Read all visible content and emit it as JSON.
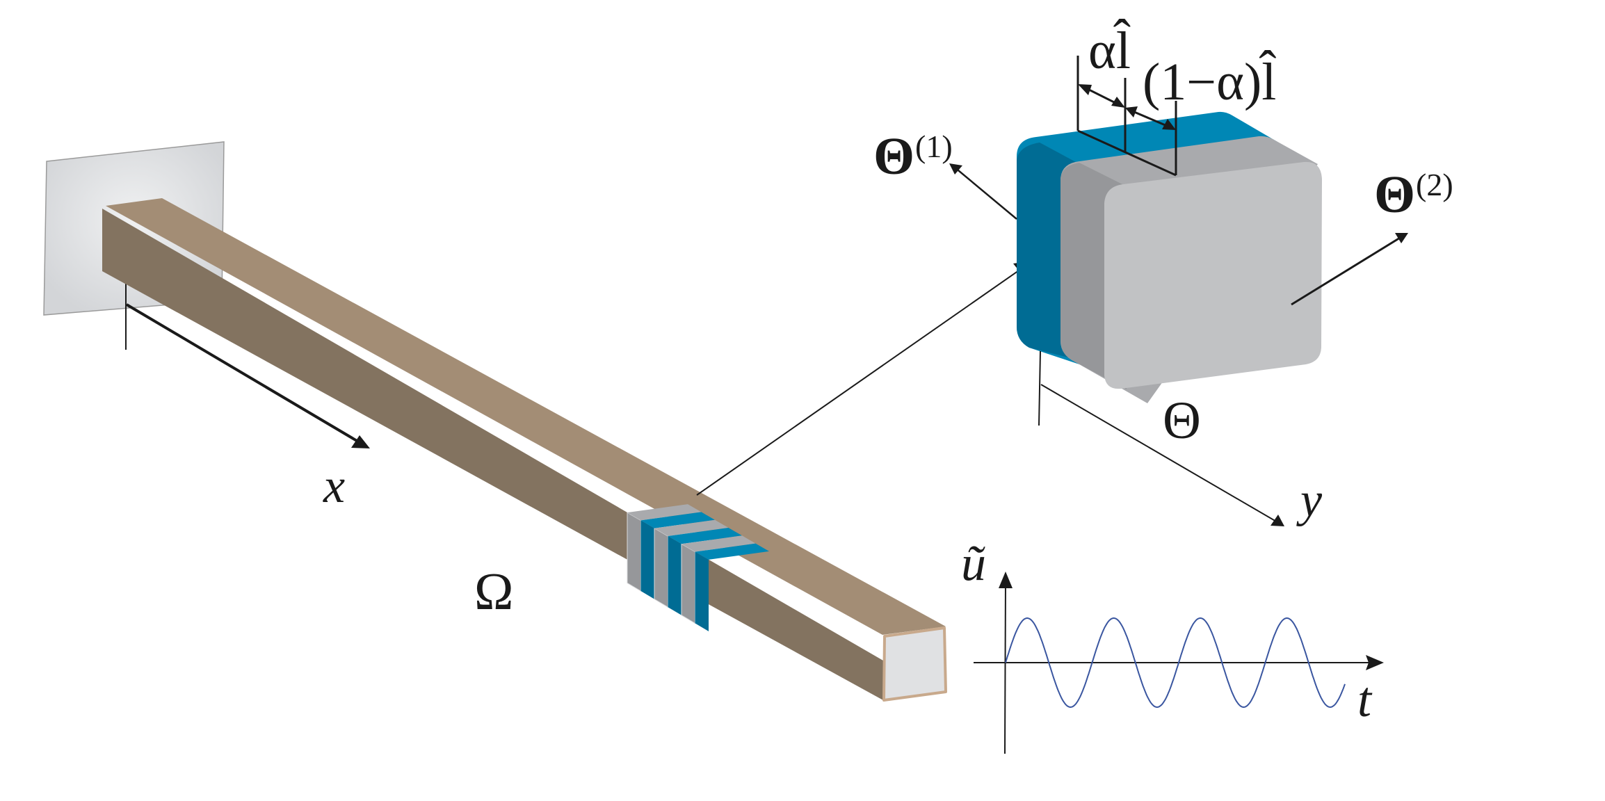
{
  "figure": {
    "description": "Cantilever beam with periodic bilayer inclusion and unit cell with harmonic excitation",
    "colors": {
      "beam_top": "#a38d75",
      "beam_side": "#837360",
      "beam_end_face": "#e0e1e3",
      "beam_end_border": "#c8a98c",
      "wall": "#d3d5d8",
      "wall_center": "#f0f1f2",
      "phase1_top": "#0087b5",
      "phase1_side": "#006c94",
      "phase2_top": "#a9aaad",
      "phase2_side": "#96979a",
      "cell_front": "#c1c2c4",
      "signal": "#3a56a0",
      "ink": "#1a1a1a"
    },
    "labels": {
      "domain": "Ω",
      "x_axis": "x",
      "y_axis": "y",
      "cell": "Θ",
      "phase1_symbol": "Θ",
      "phase1_sup": "(1)",
      "phase2_symbol": "Θ",
      "phase2_sup": "(2)",
      "alpha_len": "αl̂",
      "one_minus_alpha_len": "(1−α)l̂",
      "signal_y": "ũ",
      "signal_x": "t"
    },
    "inclusion_stripes": [
      "phase2",
      "phase1",
      "phase2",
      "phase1",
      "phase2",
      "phase1"
    ],
    "signal": {
      "type": "sine",
      "periods": 3.92,
      "start_phase": "rising-from-zero"
    }
  }
}
